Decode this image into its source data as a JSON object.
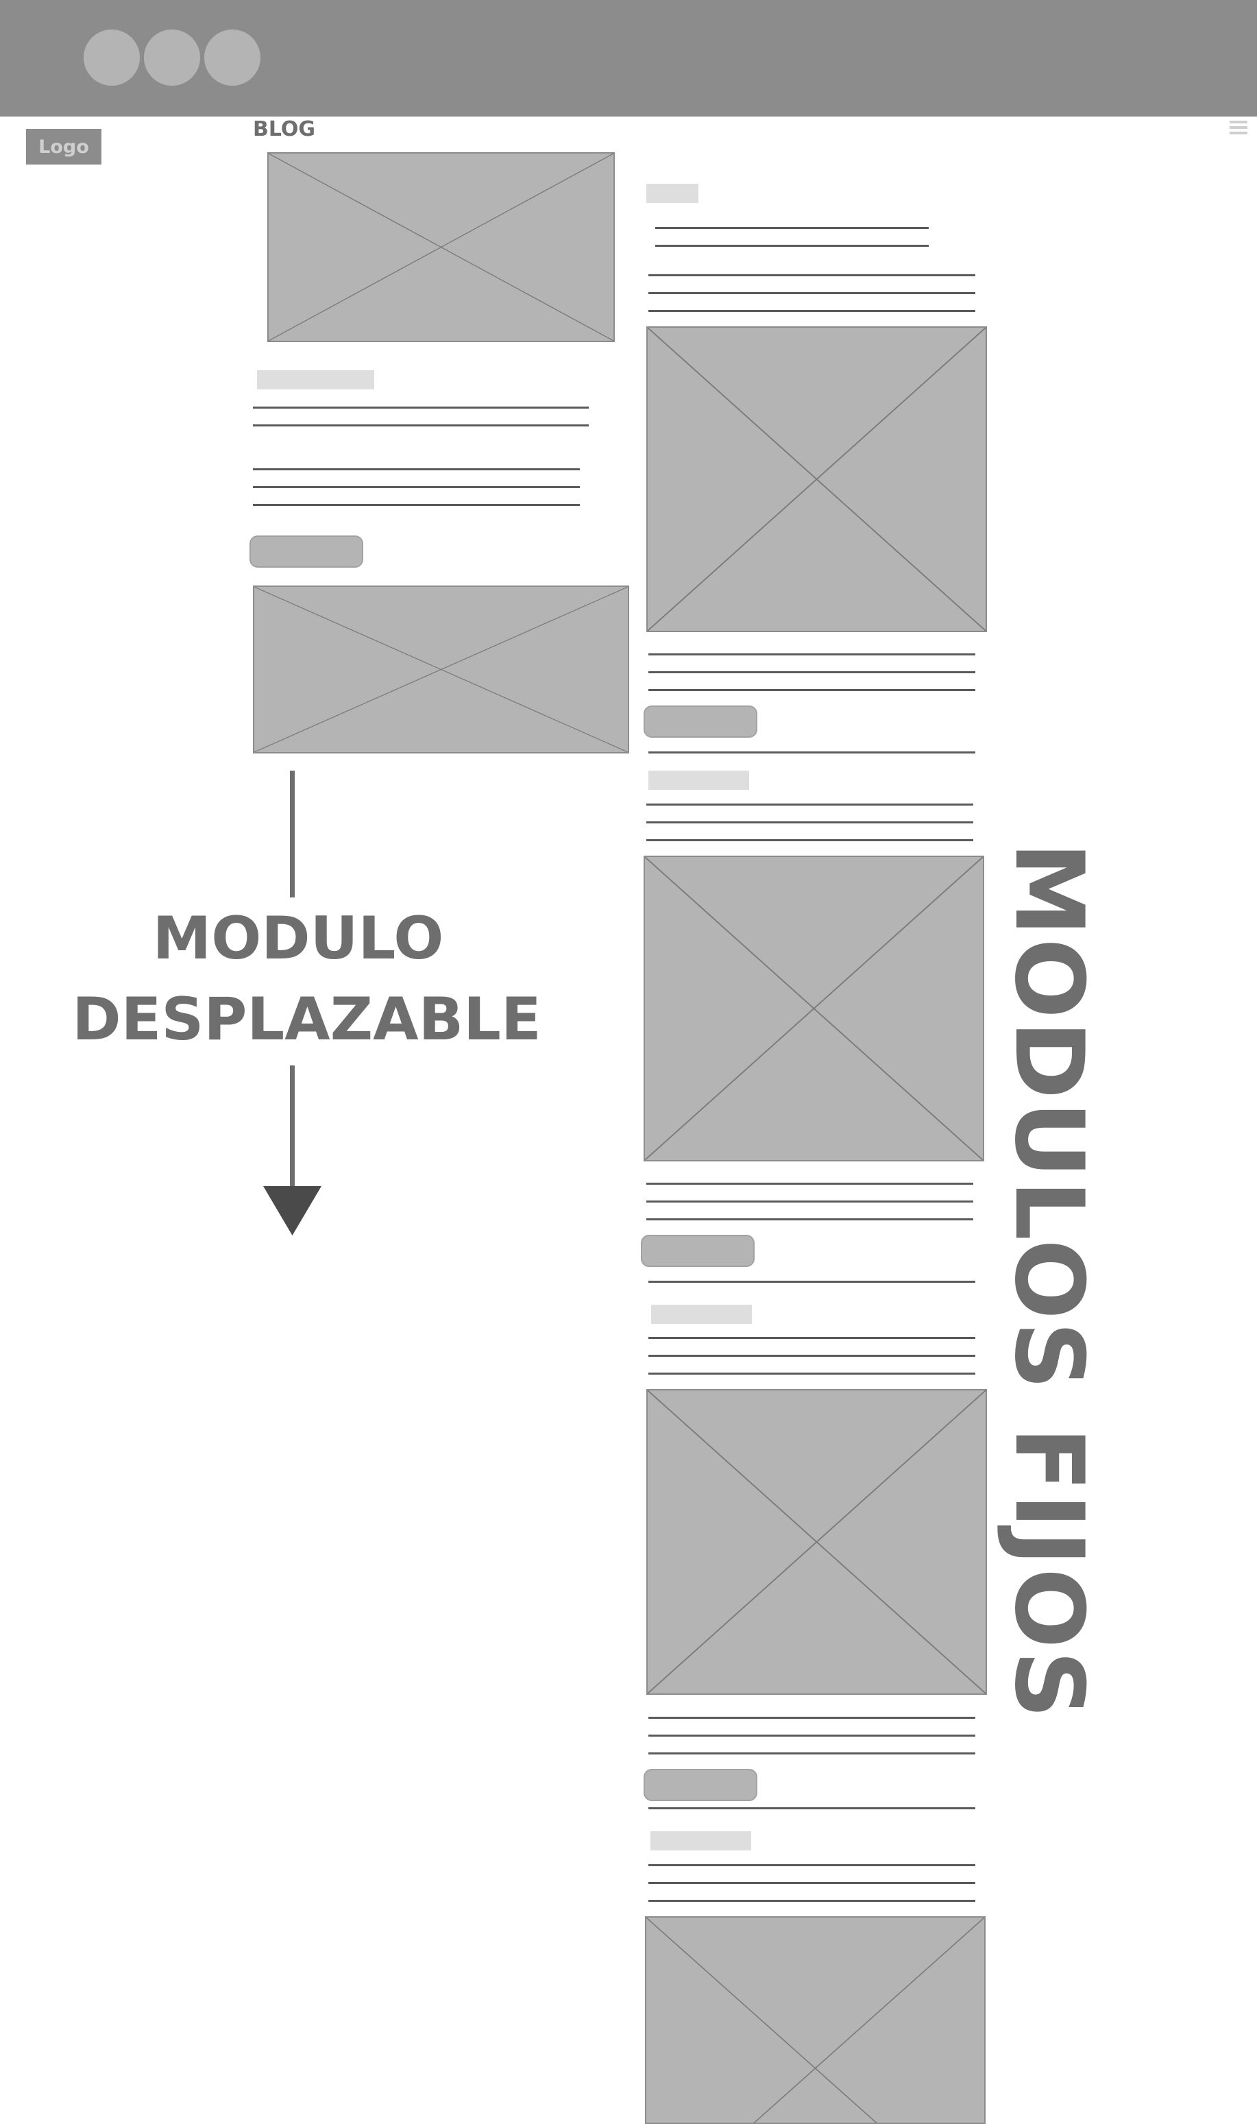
{
  "browser": {
    "dots": 3
  },
  "header": {
    "logo_label": "Logo",
    "nav_label": "BLOG",
    "menu_icon": "hamburger-icon"
  },
  "annotations": {
    "scroll_module_line1": "MODULO",
    "scroll_module_line2": "DESPLAZABLE",
    "fixed_modules": "MODULOS FIJOS"
  },
  "colors": {
    "bar": "#8c8c8c",
    "placeholder": "#b4b4b4",
    "text": "#6e6e6e",
    "label": "#dedede",
    "arrow": "#4a4a4a"
  }
}
